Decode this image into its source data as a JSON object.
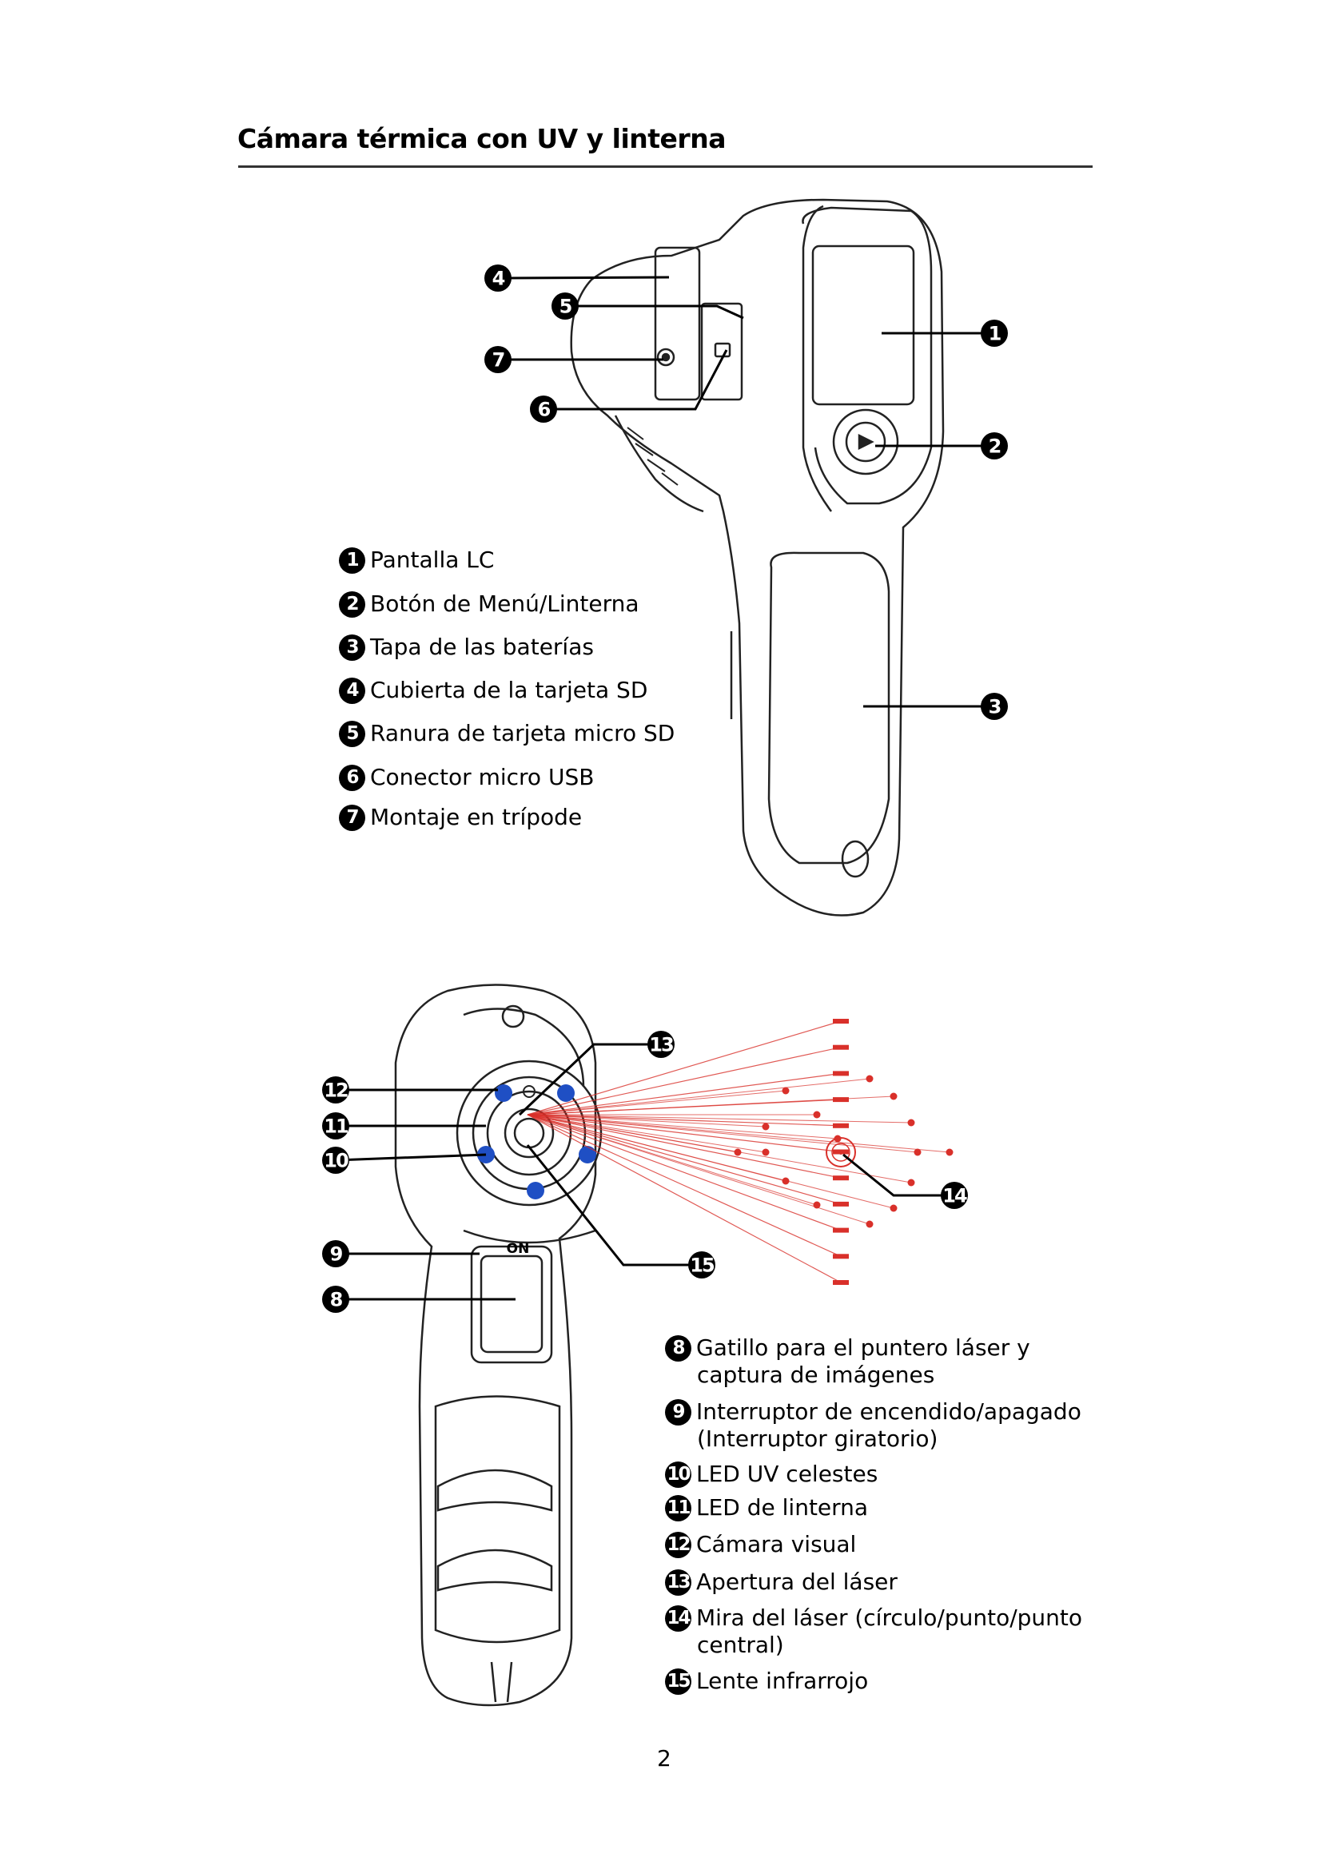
{
  "title": "Cámara térmica con UV y linterna",
  "legend_top": [
    {
      "n": "1",
      "text": "Pantalla LC"
    },
    {
      "n": "2",
      "text": "Botón de Menú/Linterna"
    },
    {
      "n": "3",
      "text": "Tapa de las baterías"
    },
    {
      "n": "4",
      "text": "Cubierta de la tarjeta SD"
    },
    {
      "n": "5",
      "text": "Ranura de tarjeta micro SD"
    },
    {
      "n": "6",
      "text": "Conector micro USB"
    },
    {
      "n": "7",
      "text": "Montaje en trípode"
    }
  ],
  "legend_bottom": [
    {
      "n": "8",
      "text": "Gatillo para el puntero láser y",
      "text2": "captura de imágenes"
    },
    {
      "n": "9",
      "text": "Interruptor de encendido/apagado",
      "text2": "(Interruptor giratorio)"
    },
    {
      "n": "10",
      "text": "LED UV celestes"
    },
    {
      "n": "11",
      "text": "LED de linterna"
    },
    {
      "n": "12",
      "text": "Cámara visual"
    },
    {
      "n": "13",
      "text": "Apertura del láser"
    },
    {
      "n": "14",
      "text": "Mira del láser (círculo/punto/punto",
      "text2": "central)"
    },
    {
      "n": "15",
      "text": "Lente infrarrojo"
    }
  ],
  "switch_label": "ON",
  "page_number": "2",
  "colors": {
    "laser": "#d9302a",
    "uv_led": "#1f4fc4"
  }
}
